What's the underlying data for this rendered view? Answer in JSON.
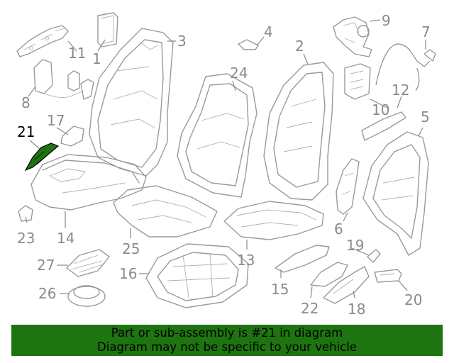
{
  "diagram": {
    "highlighted_part": "21",
    "highlight_color": "#1e7410",
    "callouts": [
      "1",
      "2",
      "3",
      "4",
      "5",
      "6",
      "7",
      "8",
      "9",
      "10",
      "11",
      "12",
      "13",
      "14",
      "15",
      "16",
      "17",
      "18",
      "19",
      "20",
      "21",
      "22",
      "23",
      "24",
      "25",
      "26",
      "27"
    ]
  },
  "banner": {
    "line1": "Part or sub-assembly is #21 in diagram",
    "line2": "Diagram may not be specific to your vehicle",
    "background": "#1e7410"
  }
}
